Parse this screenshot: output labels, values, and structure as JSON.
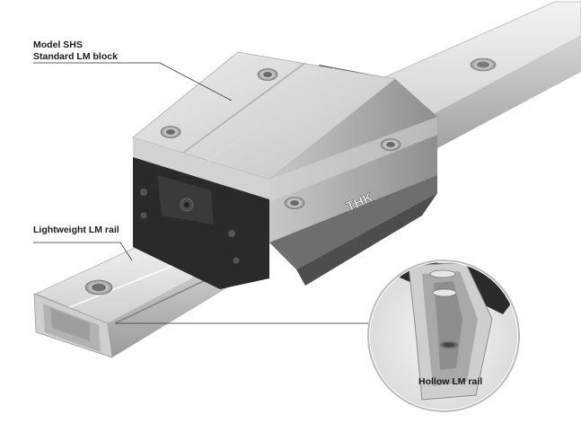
{
  "labels": {
    "block_line1": "Model SHS",
    "block_line2": "Standard LM block",
    "rail": "Lightweight LM rail",
    "hollow_rail": "Hollow LM rail"
  },
  "brand": "THK",
  "colors": {
    "background": "#ffffff",
    "metal_light": "#e4e4e4",
    "metal_mid": "#bdbdbd",
    "metal_dark": "#8d8d8d",
    "black_part": "#2b2b2b",
    "leader_line": "#333333"
  }
}
